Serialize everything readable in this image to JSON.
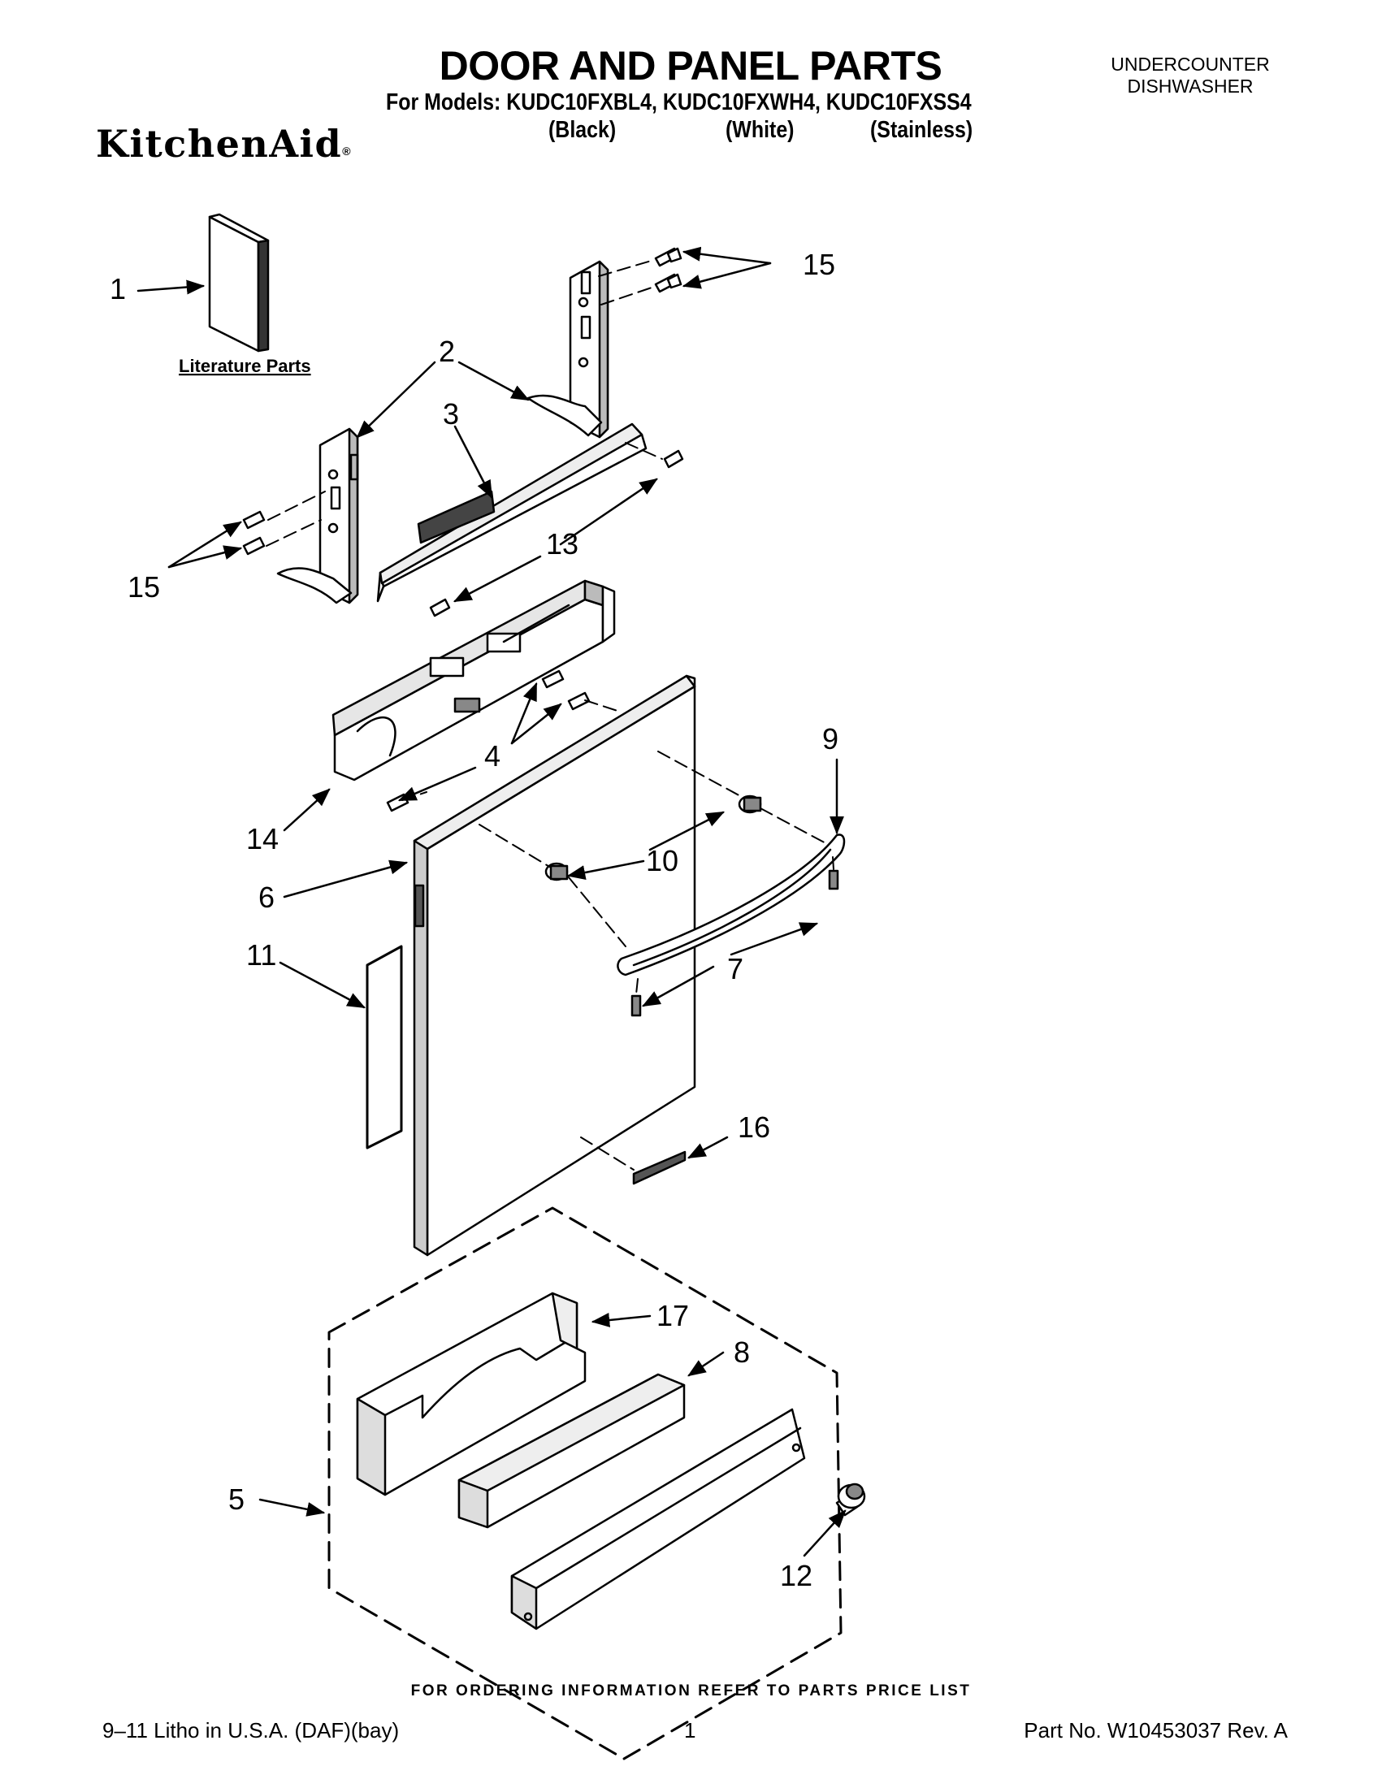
{
  "header": {
    "title": "DOOR AND PANEL PARTS",
    "models_line": "For Models: KUDC10FXBL4, KUDC10FXWH4, KUDC10FXSS4",
    "variants": [
      "(Black)",
      "(White)",
      "(Stainless)"
    ],
    "category_line1": "UNDERCOUNTER",
    "category_line2": "DISHWASHER",
    "brand": "KitchenAid",
    "brand_mark": "®"
  },
  "diagram": {
    "literature_label": "Literature Parts",
    "callouts": {
      "c1": "1",
      "c2": "2",
      "c3": "3",
      "c4": "4",
      "c5": "5",
      "c6": "6",
      "c7": "7",
      "c8": "8",
      "c9": "9",
      "c10": "10",
      "c11": "11",
      "c12": "12",
      "c13": "13",
      "c14": "14",
      "c15a": "15",
      "c15b": "15",
      "c16": "16",
      "c17": "17"
    }
  },
  "footer": {
    "ordering_info": "FOR ORDERING INFORMATION REFER TO PARTS PRICE LIST",
    "litho": "9–11 Litho in U.S.A. (DAF)(bay)",
    "page_number": "1",
    "part_number": "Part No. W10453037 Rev. A"
  },
  "colors": {
    "ink": "#000000",
    "paper": "#ffffff",
    "shade": "#d9d9d9"
  }
}
